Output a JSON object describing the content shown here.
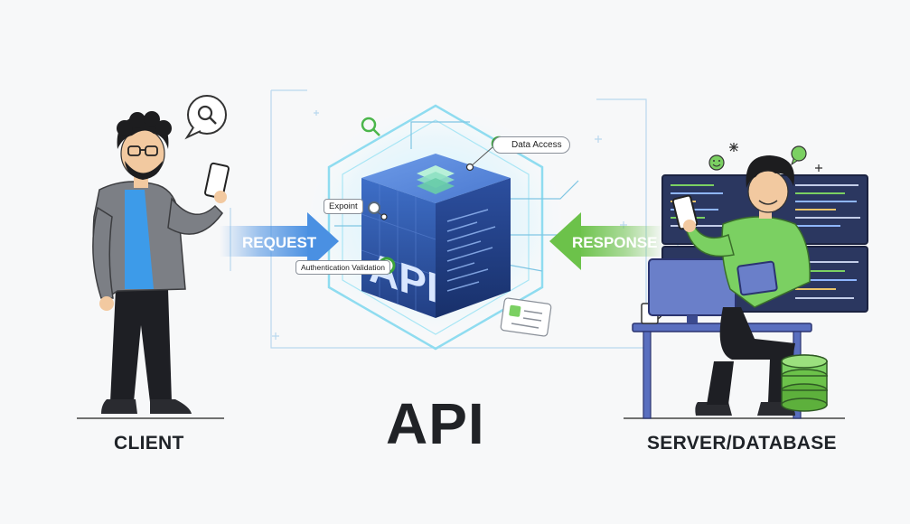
{
  "title": "API",
  "client": {
    "label": "CLIENT"
  },
  "server": {
    "label": "SERVER/DATABASE"
  },
  "arrows": {
    "request": "REQUEST",
    "response": "RESPONSE"
  },
  "cube": {
    "face_text": "API"
  },
  "callouts": {
    "data_access": "Data Access",
    "endpoint": "Expoint",
    "auth": "Authentication Validation"
  },
  "colors": {
    "request_blue": "#4a90e2",
    "response_green": "#6cc24a",
    "cube_blue": "#2b4f9b",
    "glow": "#8fdcf0",
    "shirt_blue": "#3d9be9",
    "shirt_green": "#7bd062"
  }
}
